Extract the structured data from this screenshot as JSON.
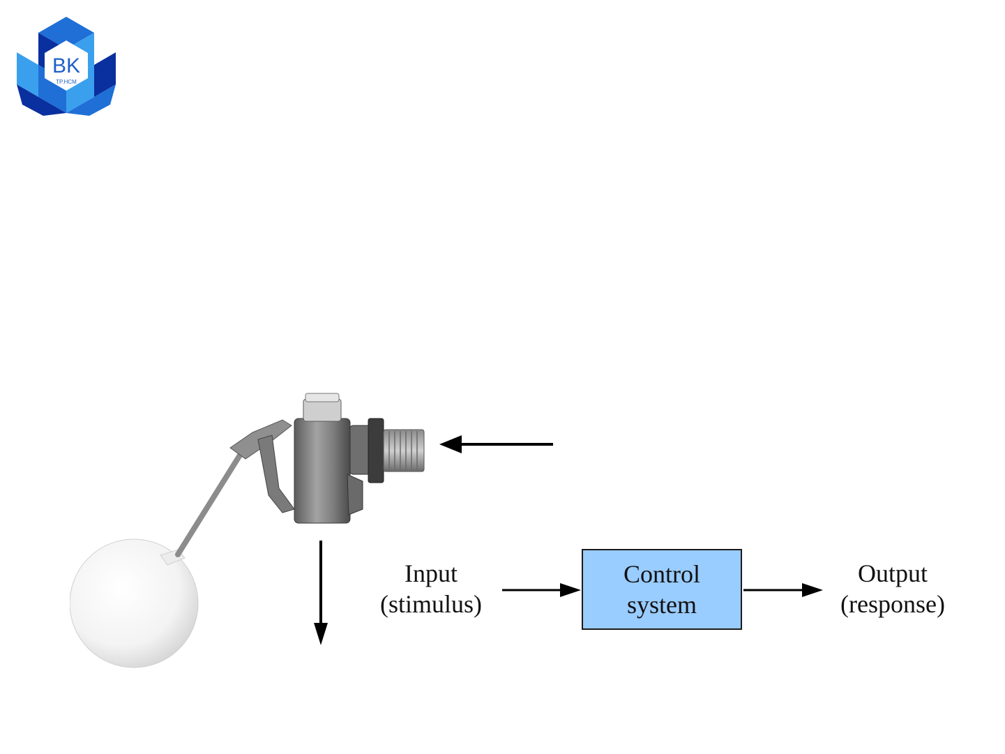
{
  "logo": {
    "name": "BK",
    "subtext": "TP.HCM",
    "colors": {
      "dark": "#0a2f9e",
      "mid": "#1f6fd6",
      "light": "#3aa0ee"
    }
  },
  "block_diagram": {
    "input_line1": "Input",
    "input_line2": "(stimulus)",
    "block_line1": "Control",
    "block_line2": "system",
    "output_line1": "Output",
    "output_line2": "(response)",
    "block_fill": "#99ccff"
  },
  "illustration": {
    "icon": "float-valve-icon"
  }
}
